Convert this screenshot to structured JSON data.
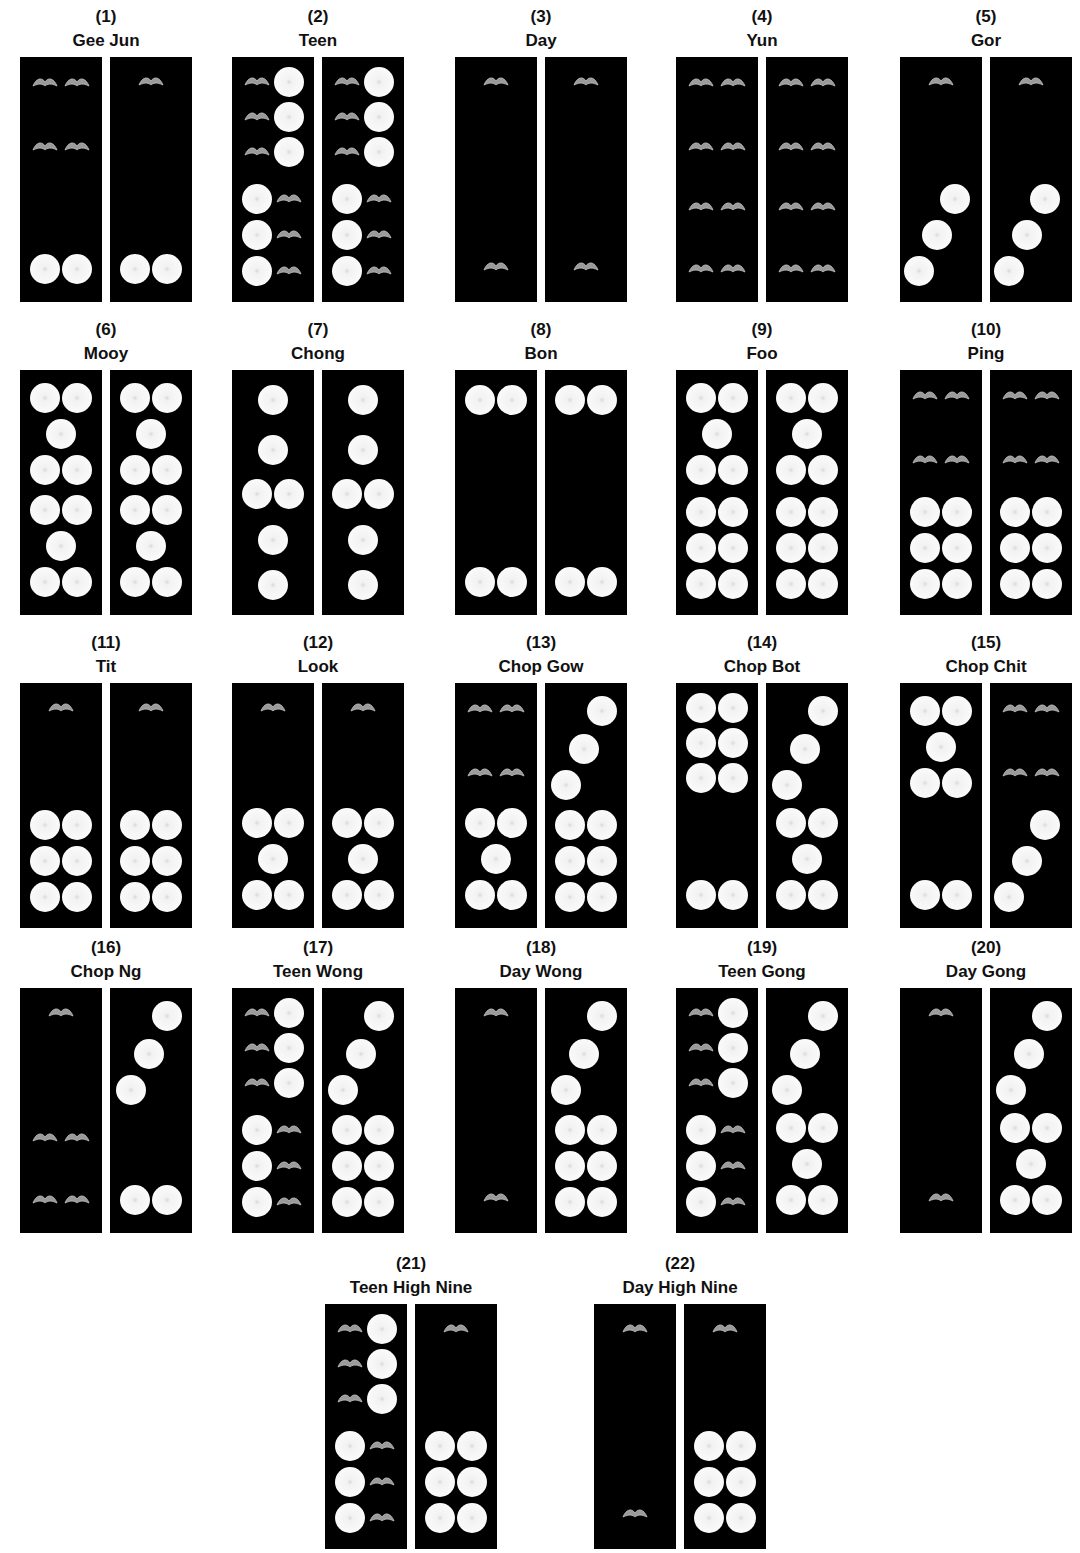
{
  "diagram": {
    "labels": [
      "(1)",
      "Gee Jun",
      "(2)",
      "Teen",
      "(3)",
      "Day",
      "(4)",
      "Yun",
      "(5)",
      "Gor",
      "(6)",
      "Mooy",
      "(7)",
      "Chong",
      "(8)",
      "Bon",
      "(9)",
      "Foo",
      "(10)",
      "Ping",
      "(11)",
      "Tit",
      "(12)",
      "Look",
      "(13)",
      "Chop Gow",
      "(14)",
      "Chop Bot",
      "(15)",
      "Chop Chit",
      "(16)",
      "Chop Ng",
      "(17)",
      "Teen Wong",
      "(18)",
      "Day Wong",
      "(19)",
      "Teen Gong",
      "(20)",
      "Day Gong",
      "(21)",
      "Teen High Nine",
      "(22)",
      "Day High Nine"
    ]
  }
}
